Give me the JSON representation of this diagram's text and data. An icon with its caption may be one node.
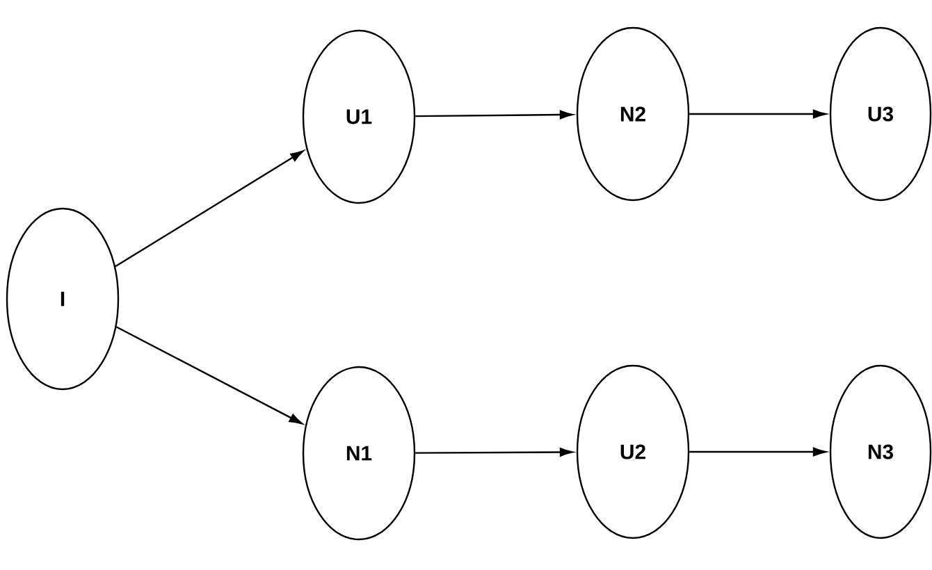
{
  "diagram": {
    "nodes": [
      {
        "text": [
          "I"
        ]
      },
      {
        "text": [
          "U1"
        ]
      },
      {
        "text": [
          "N2"
        ]
      },
      {
        "text": [
          "U3"
        ]
      },
      {
        "text": [
          "N1"
        ]
      },
      {
        "text": [
          "U2"
        ]
      },
      {
        "text": [
          "N3"
        ]
      }
    ],
    "edges": [
      {
        "from": 0,
        "to": 1,
        "arrow": "to"
      },
      {
        "from": 1,
        "to": 2,
        "arrow": "to"
      },
      {
        "from": 2,
        "to": 3,
        "arrow": "to"
      },
      {
        "from": 0,
        "to": 4,
        "arrow": "to"
      },
      {
        "from": 4,
        "to": 5,
        "arrow": "to"
      },
      {
        "from": 5,
        "to": 6,
        "arrow": "to"
      }
    ]
  }
}
